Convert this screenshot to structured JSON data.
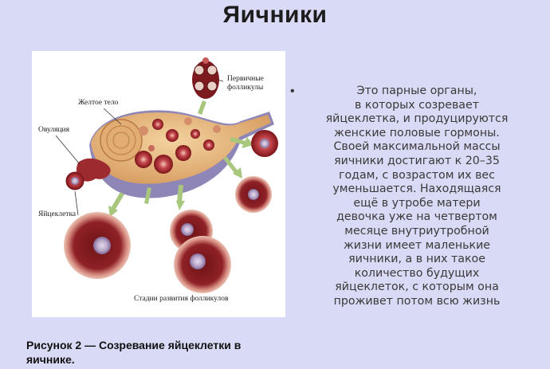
{
  "title": "Яичники",
  "figure": {
    "labels": {
      "primary_follicles": "Первичные\nфолликулы",
      "corpus_luteum": "Желтое тело",
      "ovulation": "Овуляция",
      "egg_cell": "Яйцеклетка",
      "stages": "Стадии развития фолликулов"
    }
  },
  "caption": "Рисунок 2 — Созревание яйцеклетки в яичнике.",
  "description": "Это парные органы,\nв которых созревает\nяйцеклетка, и продуцируются\nженские половые гормоны.\nСвоей максимальной массы\nяичники достигают к 20–35\nгодам, с возрастом их вес\nуменьшается. Находящаяся\nещё в утробе матери\nдевочка уже на четвертом\nмесяце внутриутробной\nжизни имеет маленькие\nяичники, а в них такое\nколичество будущих\nяйцеклеток, с которым она\nпроживет потом всю жизнь",
  "colors": {
    "background": "#d9daf5",
    "follicle_dark": "#8b1d22",
    "follicle_light": "#d49a8a",
    "ovary_body": "#e8c08a",
    "ovary_purple": "#8f86b8",
    "arrow_green": "#a8c77d"
  }
}
